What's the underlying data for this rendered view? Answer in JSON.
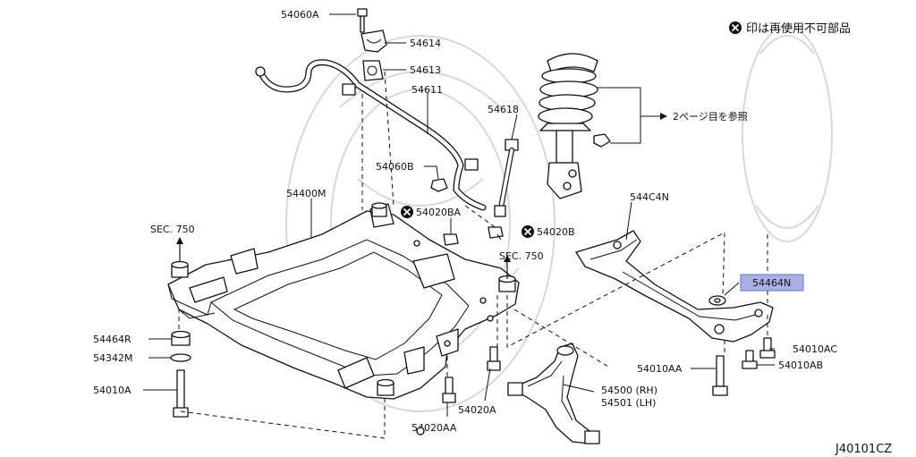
{
  "legend": {
    "text": "印は再使用不可部品"
  },
  "labels": {
    "l54060A": "54060A",
    "l54614": "54614",
    "l54613": "54613",
    "l54611": "54611",
    "l54618": "54618",
    "l54060B": "54060B",
    "l54400M": "54400M",
    "l54020BA": "54020BA",
    "l54020B": "54020B",
    "sec750a": "SEC. 750",
    "sec750b": "SEC. 750",
    "l544C4N": "544C4N",
    "l54464N": "54464N",
    "l54464R": "54464R",
    "l54342M": "54342M",
    "l54010A": "54010A",
    "l54010AC": "54010AC",
    "l54010AB": "54010AB",
    "l54010AA": "54010AA",
    "l54500": "54500 (RH)",
    "l54501": "54501 (LH)",
    "l54020A": "54020A",
    "l54020AA": "54020AA",
    "strut_ref": "2ページ目を参照"
  },
  "diagram_code": "J40101CZ",
  "colors": {
    "highlight": "#aab0e6",
    "line": "#111111",
    "watermark": "#d8d8d8"
  }
}
